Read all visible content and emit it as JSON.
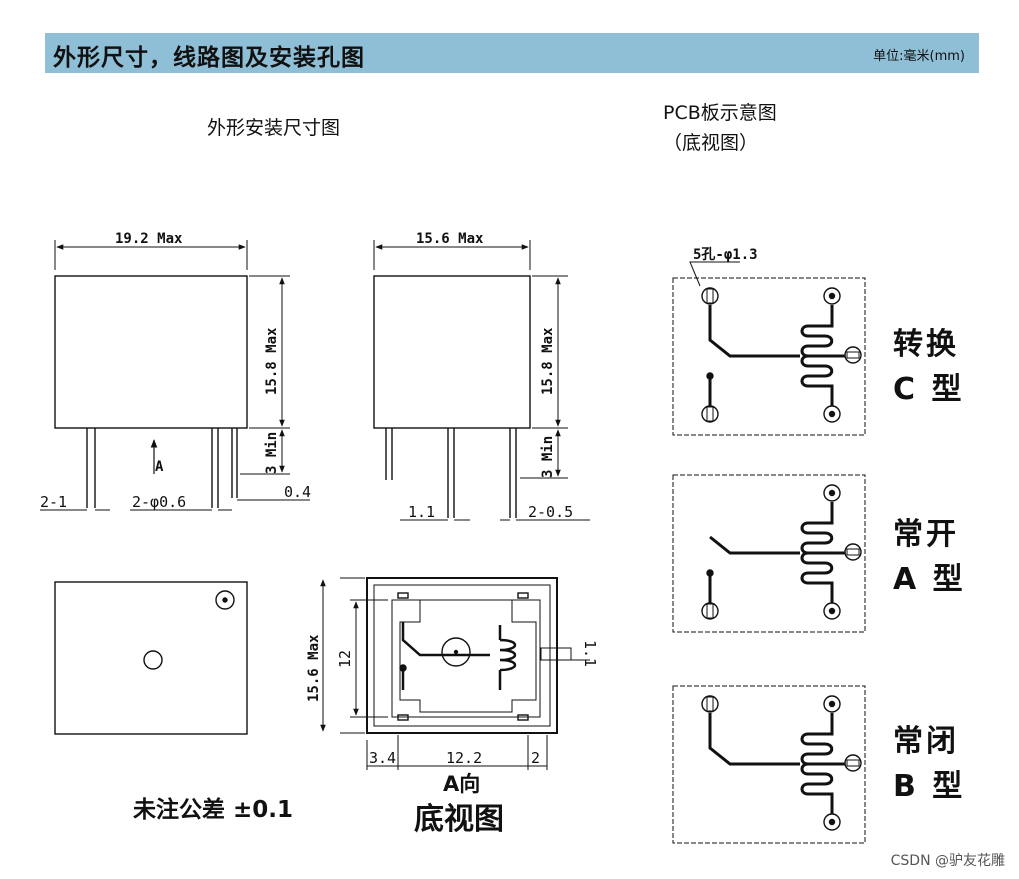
{
  "header": {
    "title": "外形尺寸，线路图及安装孔图",
    "unit": "单位:毫米(mm)"
  },
  "sections": {
    "outline_title": "外形安装尺寸图",
    "pcb_title_line1": "PCB板示意图",
    "pcb_title_line2": "（底视图）"
  },
  "dimensions": {
    "front_width": "19.2 Max",
    "side_width": "15.6 Max",
    "height_front": "15.8 Max",
    "height_side": "15.8 Max",
    "pin_min_front": "3 Min",
    "pin_min_side": "3 Min",
    "arrow_label": "A",
    "pitch_left": "2-1",
    "pin_dia": "2-φ0.6",
    "pin_thk": "0.4",
    "side_pitch": "1.1",
    "side_pin": "2-0.5",
    "bottom_height": "15.6 Max",
    "inner_height": "12",
    "tab_width": "1.1",
    "bottom_left": "3.4",
    "bottom_mid": "12.2",
    "bottom_right": "2",
    "holes": "5孔-φ1.3"
  },
  "notes": {
    "tolerance": "未注公差 ±0.1",
    "a_view_line1": "A向",
    "a_view_line2": "底视图"
  },
  "pcb_types": [
    {
      "line1": "转换",
      "line2": "C 型"
    },
    {
      "line1": "常开",
      "line2": "A 型"
    },
    {
      "line1": "常闭",
      "line2": "B 型"
    }
  ],
  "credit": "CSDN @驴友花雕",
  "colors": {
    "banner": "#8fbfd6"
  }
}
